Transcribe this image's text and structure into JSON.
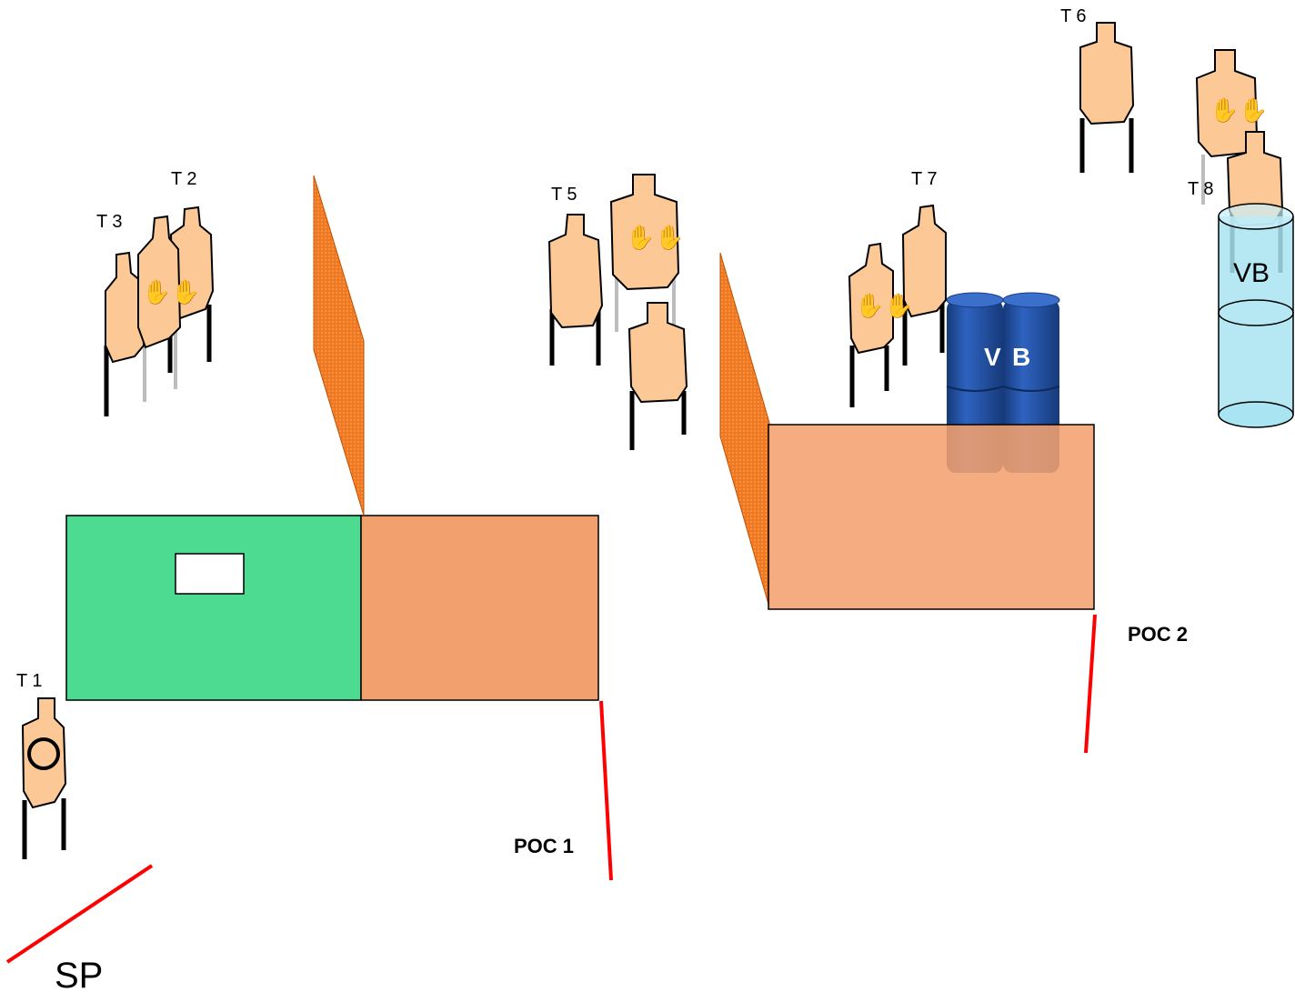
{
  "labels": {
    "t1": "T 1",
    "t2": "T 2",
    "t3": "T 3",
    "t5": "T 5",
    "t6": "T 6",
    "t7": "T 7",
    "t8": "T 8",
    "poc1": "POC 1",
    "poc2": "POC 2",
    "sp": "SP",
    "vb_barrels_v": "V",
    "vb_barrels_b": "B",
    "vb_tank": "VB"
  },
  "colors": {
    "target_fill": "#fbc896",
    "green_wall": "#4cdb90",
    "orange_wall": "#f2a06e",
    "mesh_wall": "#f07820",
    "fault_line": "#ff0000",
    "barrel_blue": "#1f4fa0",
    "tank_blue": "#a9e4f2"
  },
  "icons": {
    "no_shoot": "hands-icon",
    "circle_target": "circle-icon"
  }
}
